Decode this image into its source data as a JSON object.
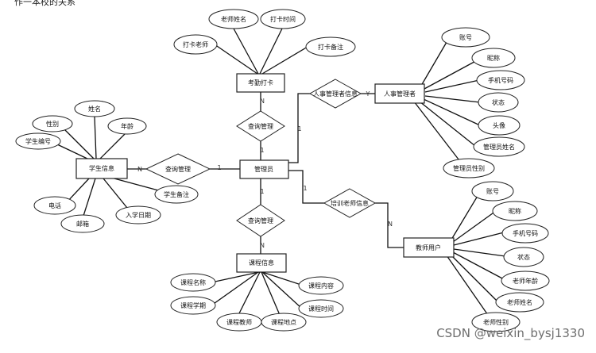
{
  "caption_top": "作一本校的关系",
  "watermark": "CSDN @weixin_bysj1330",
  "entities": {
    "kaoqin": "考勤打卡",
    "xuesheng": "学生信息",
    "guanliyuan": "管理员",
    "renshi": "人事管理者",
    "kecheng": "课程信息",
    "jiaoshi": "教师用户"
  },
  "relations": {
    "kaoqin_rel": "查询管理",
    "xuesheng_rel": "查询管理",
    "kecheng_rel": "查询管理",
    "renshi_rel": "人事管理者信息",
    "jiaoshi_rel": "培训老师信息"
  },
  "cardinalities": {
    "kaoqin_n": "N",
    "kaoqin_1": "1",
    "xuesheng_n": "N",
    "xuesheng_1": "1",
    "kecheng_1": "1",
    "kecheng_n": "N",
    "renshi_1": "1",
    "renshi_y": "Y",
    "jiaoshi_1": "1",
    "jiaoshi_n": "N"
  },
  "attributes": {
    "kaoqin": [
      "老师姓名",
      "打卡时间",
      "打卡老师",
      "打卡备注"
    ],
    "xuesheng": [
      "姓名",
      "性别",
      "年龄",
      "学生编号",
      "学生备注",
      "电话",
      "邮箱",
      "入学日期"
    ],
    "renshi": [
      "账号",
      "昵称",
      "手机号码",
      "状态",
      "头像",
      "管理员姓名",
      "管理员性别"
    ],
    "kecheng": [
      "课程名称",
      "课程内容",
      "课程学期",
      "课程时间",
      "课程教师",
      "课程地点"
    ],
    "jiaoshi": [
      "账号",
      "昵称",
      "手机号码",
      "状态",
      "老师年龄",
      "老师姓名",
      "老师性别"
    ]
  }
}
